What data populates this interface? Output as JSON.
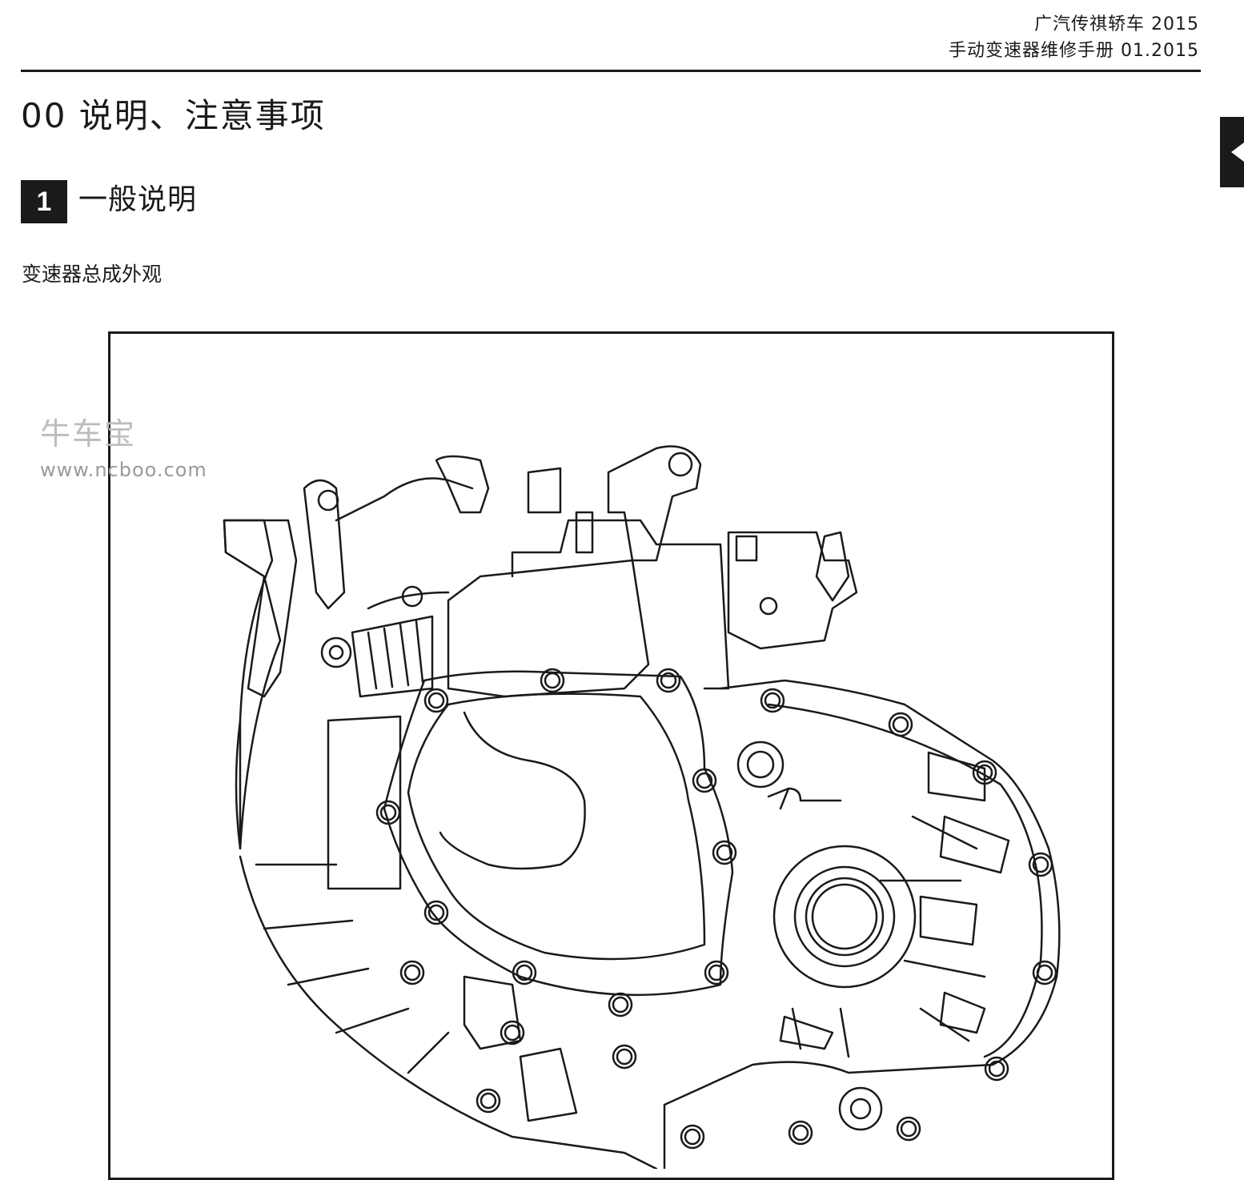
{
  "header": {
    "line1": "广汽传祺轿车 2015",
    "line2": "手动变速器维修手册 01.2015"
  },
  "chapter": {
    "title": "00 说明、注意事项"
  },
  "section": {
    "number": "1",
    "title": "一般说明"
  },
  "figure": {
    "caption": "变速器总成外观"
  },
  "watermark": {
    "logo": "牛车宝",
    "url": "www.ncboo.com"
  }
}
